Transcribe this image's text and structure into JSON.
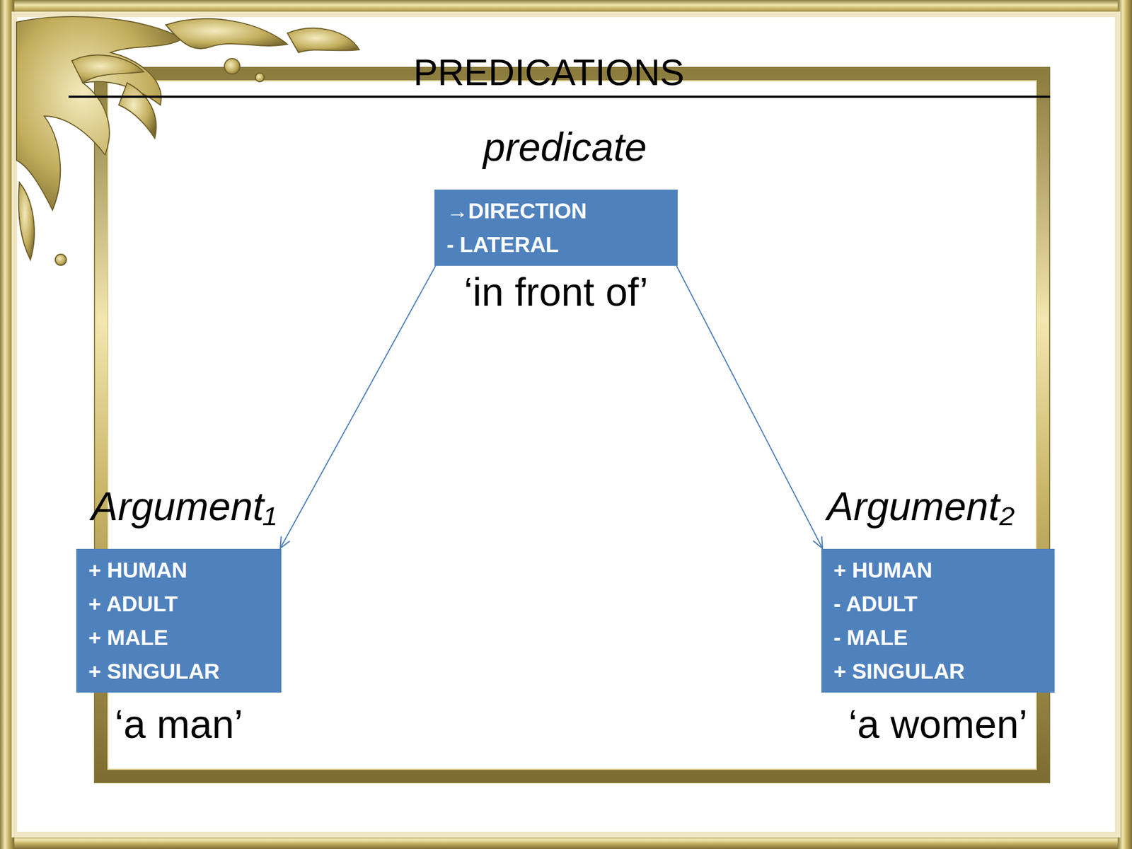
{
  "diagram": {
    "title": "PREDICATIONS",
    "nodes": [
      {
        "text": [
          "predicate",
          "→DIRECTION",
          "-  LATERAL",
          "‘in front of’"
        ]
      },
      {
        "text": [
          "Argument₁",
          "+ HUMAN",
          "+ ADULT",
          "+ MALE",
          "+ SINGULAR",
          "‘a man’"
        ]
      },
      {
        "text": [
          "Argument₂",
          "+ HUMAN",
          "- ADULT",
          "- MALE",
          "+ SINGULAR",
          "‘a women’"
        ]
      }
    ],
    "edges": [
      {
        "from": 0,
        "to": 1,
        "arrow": "to"
      },
      {
        "from": 0,
        "to": 2,
        "arrow": "to"
      }
    ]
  }
}
